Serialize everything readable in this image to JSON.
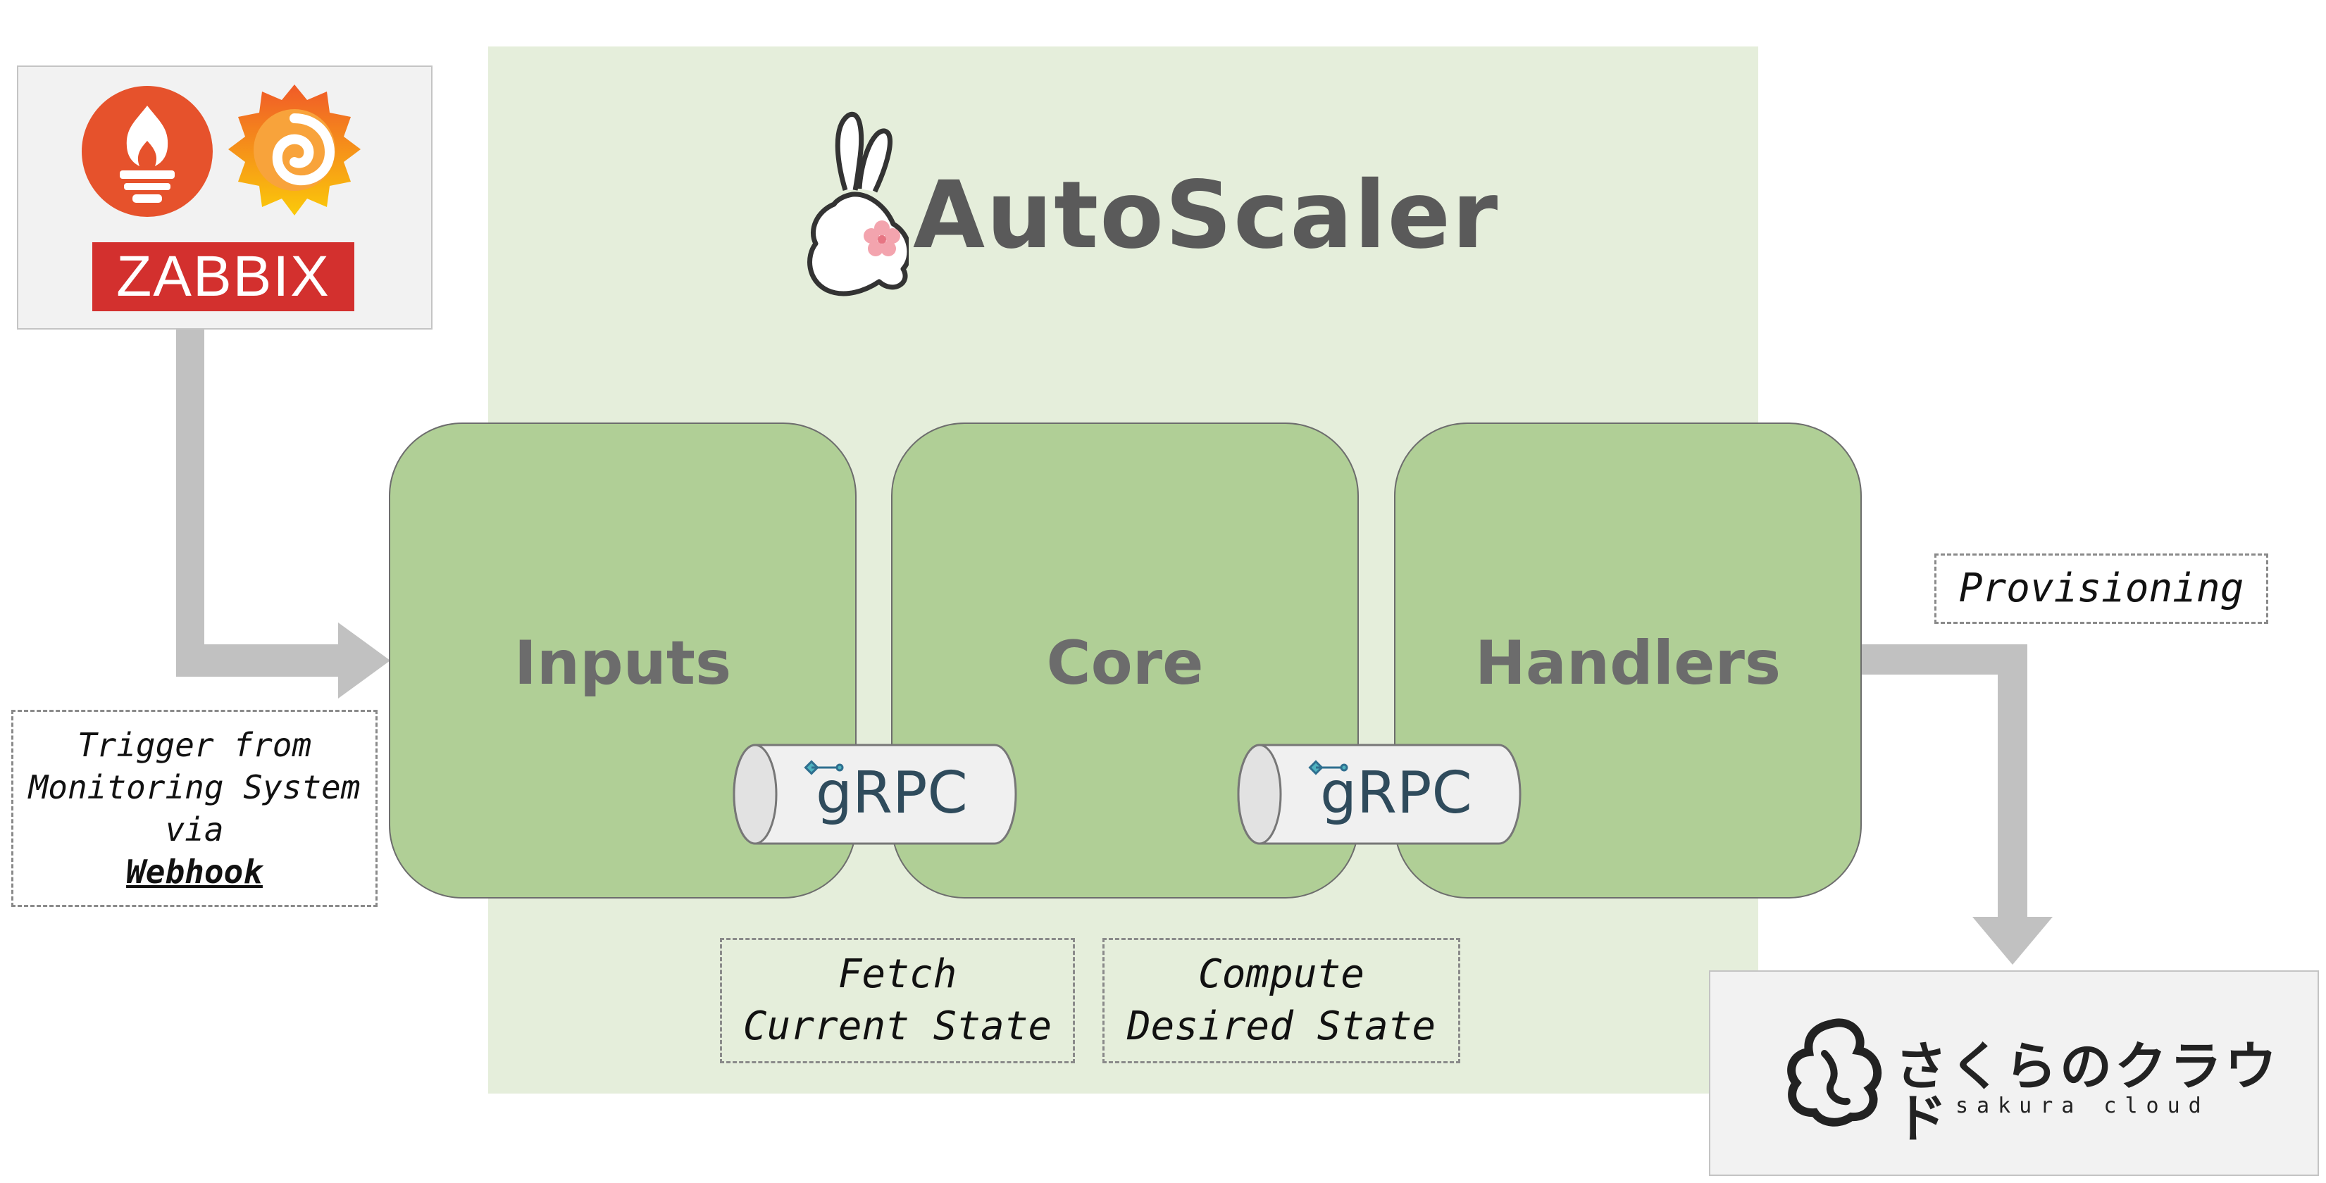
{
  "title": "AutoScaler",
  "monitoring_logos": {
    "items": [
      "prometheus-logo",
      "grafana-logo"
    ],
    "zabbix_label": "ZABBIX"
  },
  "modules": [
    {
      "label": "Inputs"
    },
    {
      "label": "Core"
    },
    {
      "label": "Handlers"
    }
  ],
  "connectors": [
    {
      "label": "gRPC"
    },
    {
      "label": "gRPC"
    }
  ],
  "notes": {
    "trigger": {
      "line1": "Trigger from",
      "line2": "Monitoring System",
      "line3": "via",
      "line4": "Webhook"
    },
    "fetch": {
      "line1": "Fetch",
      "line2": "Current State"
    },
    "compute": {
      "line1": "Compute",
      "line2": "Desired State"
    },
    "provisioning": "Provisioning"
  },
  "sakura_cloud": {
    "label": "さくらのクラウド",
    "sub_label": "sakura cloud"
  },
  "colors": {
    "background_area": "#e5eedb",
    "module_fill": "#b0cf96",
    "arrow": "#c1c1c1",
    "zabbix_red": "#d3302e",
    "prometheus_orange": "#e6522c",
    "grafana_orange": "#f58b2d"
  }
}
